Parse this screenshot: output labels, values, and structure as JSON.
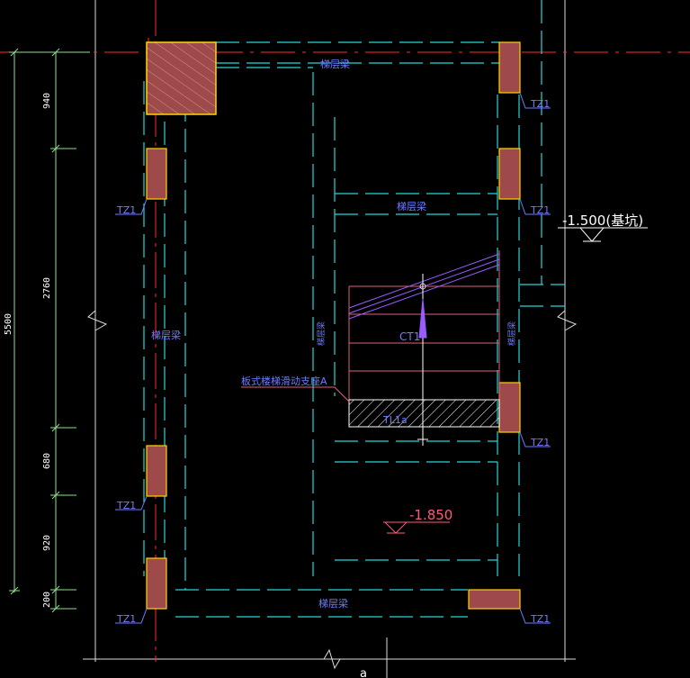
{
  "colors": {
    "background": "#000000",
    "axis_red": "#ff2a2a",
    "beam_cyan": "#27d6d6",
    "dim_green": "#8fe08f",
    "wall_white": "#dddddd",
    "column_fill": "#9e4a4a",
    "column_border": "#ffd400",
    "label_blue": "#6f7bff",
    "elevation_red": "#ff5a7a",
    "stair_pink": "#e0607a",
    "arrow_purple": "#9a5cff"
  },
  "labels": {
    "beam_top": "梯层梁",
    "beam_mid": "梯层梁",
    "beam_left": "梯层梁",
    "beam_bottom": "梯层梁",
    "beam_vert_left": "梯层梁",
    "beam_vert_right": "梯层梁",
    "column_tz1": "TZ1",
    "elevation_upper": "-1.500(基坑)",
    "elevation_lower": "-1.850",
    "stair_name": "CT1",
    "platform_beam": "TL1a",
    "sliding_support": "板式楼梯滑动支座A",
    "grid_bottom": "a"
  },
  "dimensions": {
    "total": "5500",
    "seg_940": "940",
    "seg_2760": "2760",
    "seg_680": "680",
    "seg_920": "920",
    "seg_200": "200"
  }
}
